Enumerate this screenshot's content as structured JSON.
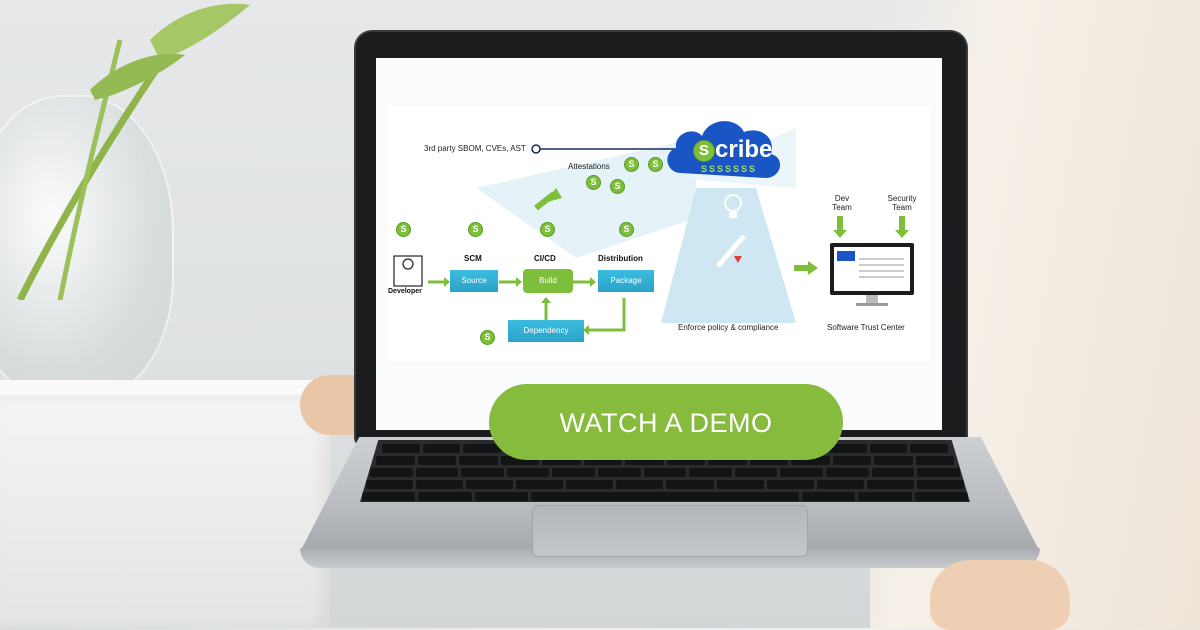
{
  "cta": {
    "label": "WATCH A DEMO",
    "color": "#87bb3e"
  },
  "diagram": {
    "brand": "cribe",
    "brand_s": "S",
    "cloud_coins": "SSSSSSS",
    "third_party": "3rd party SBOM, CVEs, AST",
    "attestations": "Attestations",
    "developer": "Developer",
    "scm": {
      "title": "SCM",
      "box": "Source"
    },
    "cicd": {
      "title": "CI/CD",
      "box": "Build"
    },
    "distribution": {
      "title": "Distribution",
      "box": "Package"
    },
    "dependency": "Dependency",
    "enforce": "Enforce policy & compliance",
    "dev_team": "Dev Team",
    "security_team": "Security Team",
    "trust_center": "Software Trust Center",
    "coin": "S"
  },
  "colors": {
    "green": "#7dbf3b",
    "teal": "#2aa2c7",
    "cloud": "#1a55c6"
  }
}
